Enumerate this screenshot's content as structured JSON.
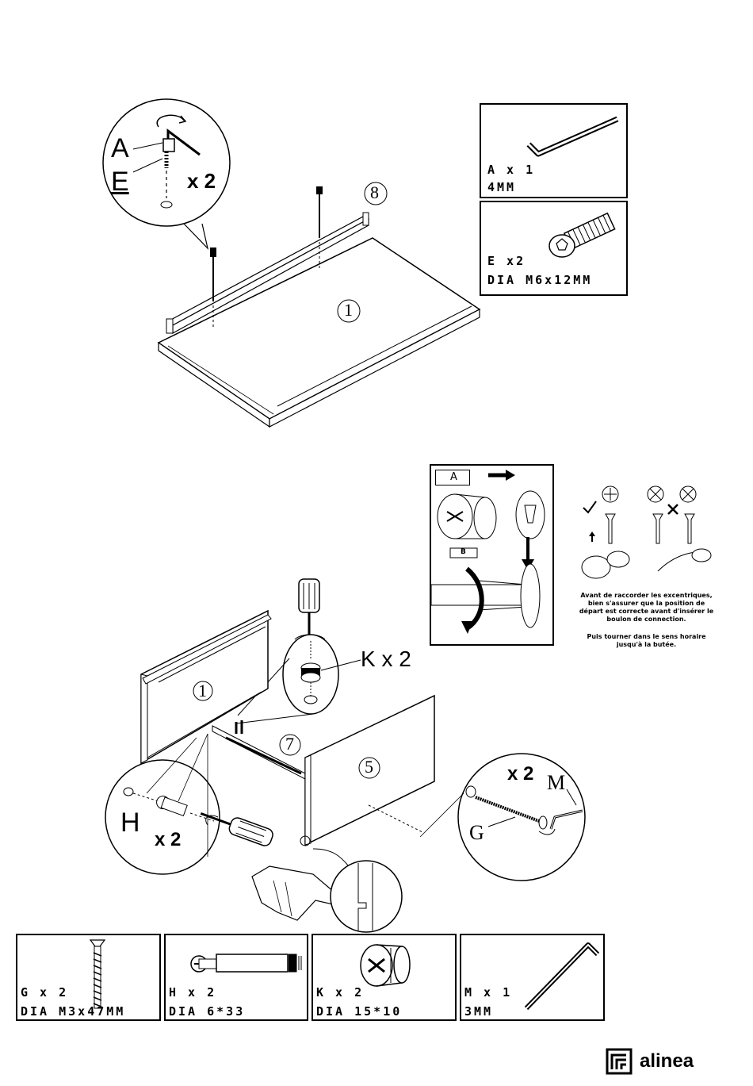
{
  "step1": {
    "callout_letter_a": "A",
    "callout_letter_e": "E",
    "callout_qty": "x 2",
    "part_number_panel": "1",
    "part_number_rail": "8"
  },
  "parts_top": [
    {
      "line1": "A  x 1",
      "line2": "4MM",
      "icon": "allen-key-icon"
    },
    {
      "line1": "E  x2",
      "line2": "DIA M6x12MM",
      "icon": "bolt-icon"
    }
  ],
  "cam_inset": {
    "label_a": "A",
    "label_b": "B",
    "note1": "Avant de raccorder les excentriques, bien s'assurer que la position de départ est correcte avant d'insérer le boulon de connection.",
    "note2": "Puis tourner dans le sens horaire jusqu'à la butée."
  },
  "step2": {
    "k_label": "K x 2",
    "h_label": "H",
    "h_qty": "x 2",
    "g_label": "G",
    "m_label": "M",
    "gm_qty": "x 2",
    "part_number_1": "1",
    "part_number_7": "7",
    "part_number_5": "5"
  },
  "parts_bottom": [
    {
      "line1": "G  x  2",
      "line2": "DIA M3x47MM",
      "icon": "screw-icon"
    },
    {
      "line1": "H  x  2",
      "line2": "DIA 6*33",
      "icon": "cam-bolt-icon"
    },
    {
      "line1": "K  x  2",
      "line2": "DIA 15*10",
      "icon": "cam-lock-icon"
    },
    {
      "line1": "M  x  1",
      "line2": "3MM",
      "icon": "allen-key-icon"
    }
  ],
  "brand": {
    "name": "alinea"
  }
}
